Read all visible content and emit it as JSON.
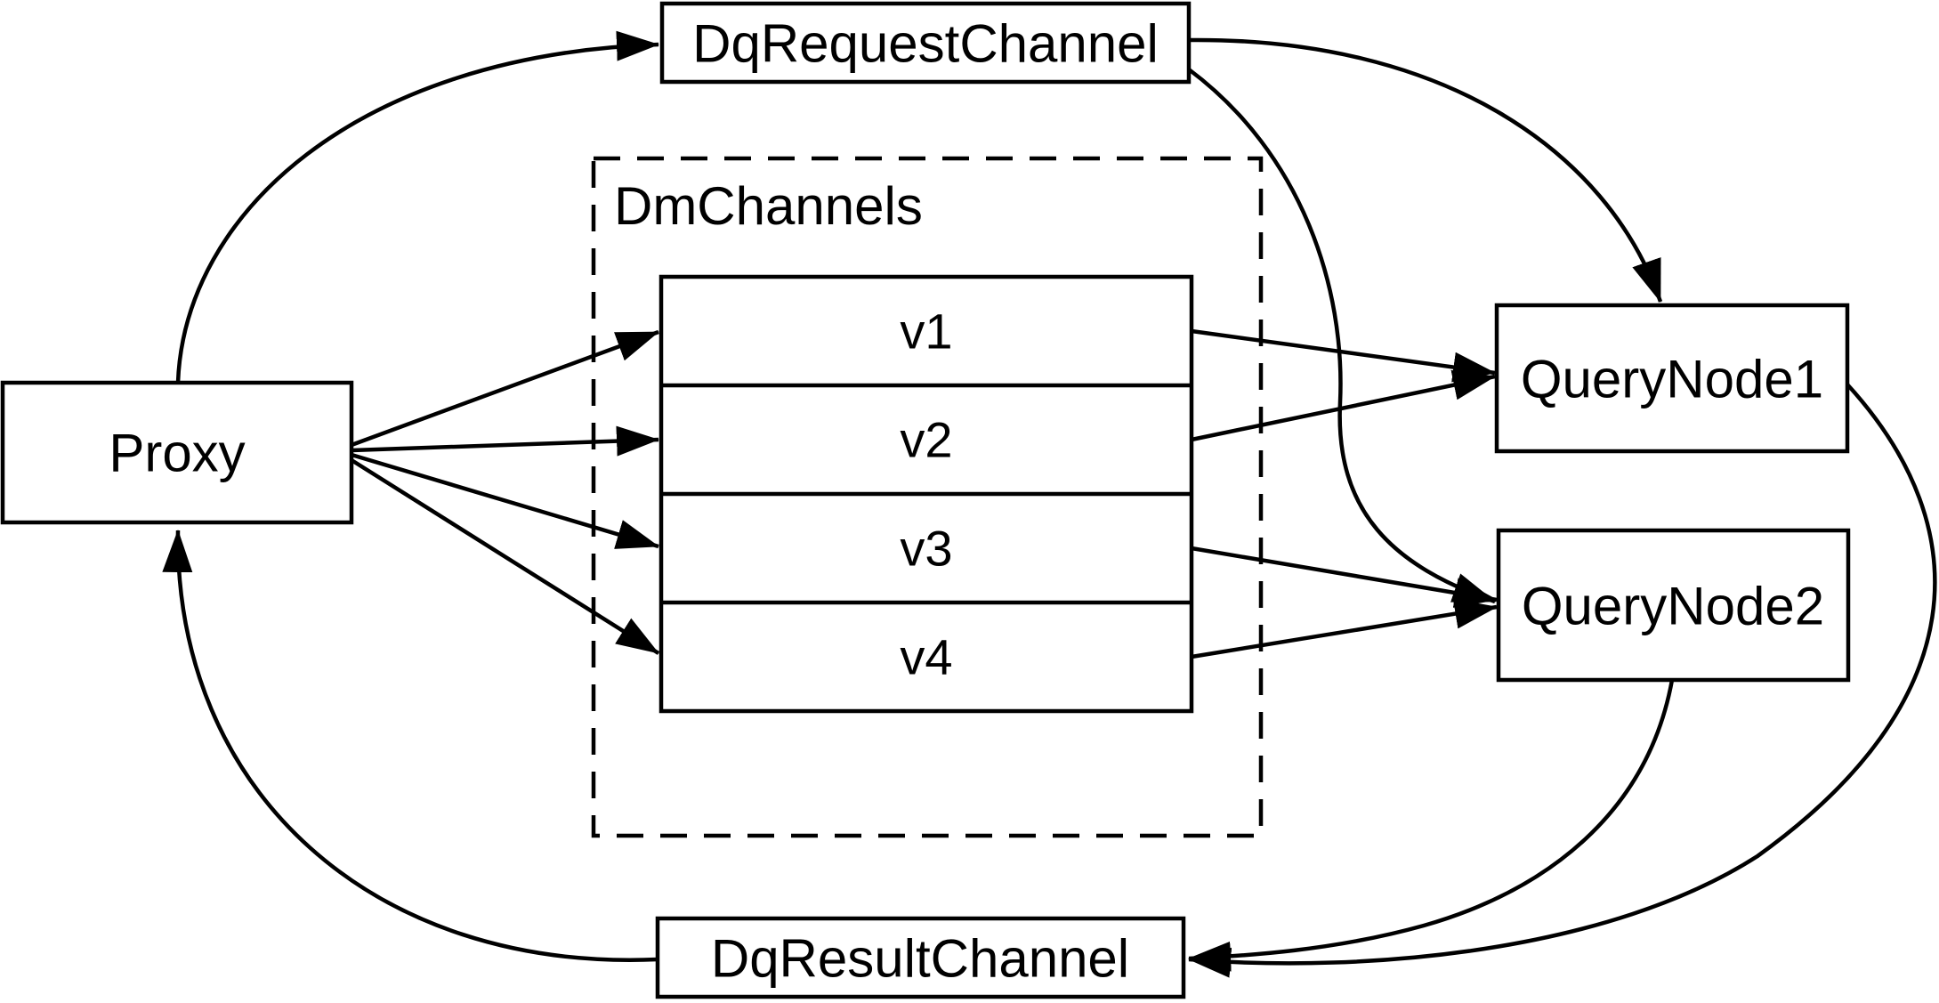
{
  "diagram": {
    "colors": {
      "background": "#ffffff",
      "line": "#000000",
      "text": "#000000"
    },
    "nodes": {
      "proxy": {
        "label": "Proxy"
      },
      "dq_request_channel": {
        "label": "DqRequestChannel"
      },
      "dq_result_channel": {
        "label": "DqResultChannel"
      },
      "query_node_1": {
        "label": "QueryNode1"
      },
      "query_node_2": {
        "label": "QueryNode2"
      }
    },
    "dm_channels_group": {
      "label": "DmChannels",
      "channels": [
        {
          "label": "v1"
        },
        {
          "label": "v2"
        },
        {
          "label": "v3"
        },
        {
          "label": "v4"
        }
      ]
    }
  }
}
